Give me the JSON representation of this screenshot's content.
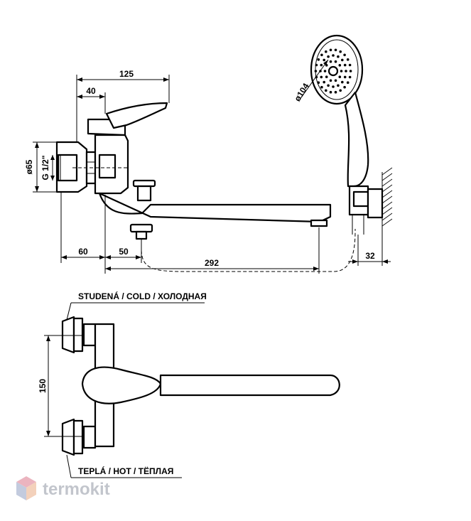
{
  "dimensions": {
    "d125": "125",
    "d40": "40",
    "d65": "ø65",
    "g12": "G 1/2\"",
    "d60": "60",
    "d50": "50",
    "d292": "292",
    "d32": "32",
    "d104": "ø104",
    "d150": "150"
  },
  "labels": {
    "cold": "STUDENÁ / COLD / ХОЛОДНАЯ",
    "hot": "TEPLÁ / HOT / ТЁПЛАЯ"
  },
  "watermark": {
    "text": "termokit",
    "colors": [
      "#e8a7b4",
      "#b9c2d9",
      "#f2c9b0"
    ]
  }
}
